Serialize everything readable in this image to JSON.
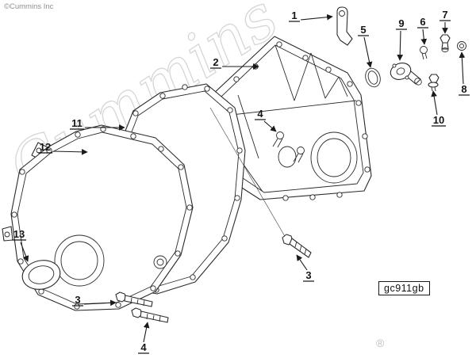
{
  "page": {
    "copyright": "©Cummins Inc",
    "watermark": "Cummins",
    "diagram_code": "gc911gb",
    "registered_mark": "®"
  },
  "callouts": [
    {
      "label": "1"
    },
    {
      "label": "2"
    },
    {
      "label": "3"
    },
    {
      "label": "4"
    },
    {
      "label": "3"
    },
    {
      "label": "4"
    },
    {
      "label": "5"
    },
    {
      "label": "6"
    },
    {
      "label": "7"
    },
    {
      "label": "8"
    },
    {
      "label": "9"
    },
    {
      "label": "10"
    },
    {
      "label": "11"
    },
    {
      "label": "12"
    },
    {
      "label": "13"
    }
  ]
}
